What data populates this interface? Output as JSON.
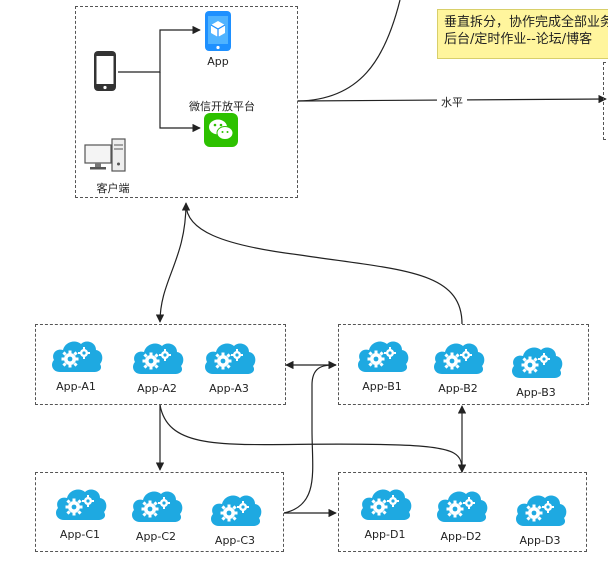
{
  "client_group": {
    "app_label": "App",
    "wechat_label": "微信开放平台",
    "pc_label": "客户端"
  },
  "note": {
    "line1": "垂直拆分，协作完成全部业务",
    "line2": "后台/定时作业--论坛/博客"
  },
  "edge_label": "水平",
  "cluster_a": [
    "App-A1",
    "App-A2",
    "App-A3"
  ],
  "cluster_b": [
    "App-B1",
    "App-B2",
    "App-B3"
  ],
  "cluster_c": [
    "App-C1",
    "App-C2",
    "App-C3"
  ],
  "cluster_d": [
    "App-D1",
    "App-D2",
    "App-D3"
  ],
  "colors": {
    "cloud": "#1ea9e1",
    "wechat": "#2dc100",
    "note": "#fff59d",
    "app_icon": "#1e90ff"
  }
}
